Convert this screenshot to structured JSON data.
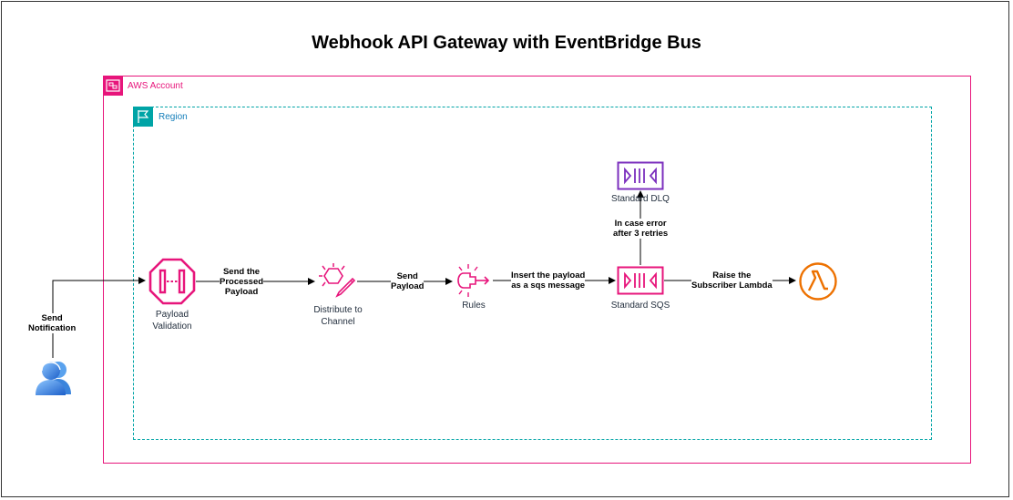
{
  "title": "Webhook API Gateway with EventBridge Bus",
  "groups": {
    "account": "AWS Account",
    "region": "Region"
  },
  "nodes": {
    "payload_validation": "Payload\nValidation",
    "distribute": "Distribute to\nChannel",
    "rules": "Rules",
    "standard_sqs": "Standard SQS",
    "standard_dlq": "Standard DLQ"
  },
  "edges": {
    "send_notification": "Send\nNotification",
    "send_processed": "Send the\nProcessed\nPayload",
    "send_payload": "Send\nPayload",
    "insert_payload": "Insert the payload\nas a sqs message",
    "in_case_error": "In case error\nafter 3 retries",
    "raise_subscriber": "Raise the\nSubscriber Lambda"
  },
  "icons": {
    "users": "users-icon",
    "api_gateway": "api-gateway-icon",
    "eventbridge_bus": "eventbridge-bus-icon",
    "eventbridge_rule": "eventbridge-rule-icon",
    "sqs": "sqs-queue-icon",
    "dlq": "sqs-queue-icon",
    "lambda": "lambda-icon"
  },
  "colors": {
    "account": "#e7157b",
    "region": "#00a4a6",
    "app_integration": "#e7157b",
    "dlq": "#7b2fbe",
    "lambda": "#ed7100",
    "users": "#2a72d4"
  }
}
